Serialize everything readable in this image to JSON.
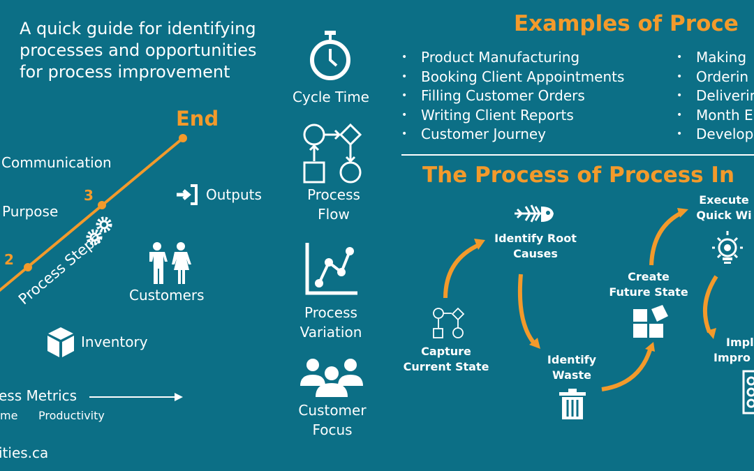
{
  "intro": {
    "line1": "A quick guide for identifying",
    "line2": "processes and opportunities",
    "line3": "for process improvement"
  },
  "process_line": {
    "end_label": "End",
    "step2": "2",
    "step3": "3",
    "steps_label": "Process Steps"
  },
  "elements": {
    "communication": "Communication",
    "purpose": "Purpose",
    "outputs": "Outputs",
    "customers": "Customers",
    "inventory": "Inventory"
  },
  "metrics": {
    "title": "ess Metrics",
    "item1": "me",
    "item2": "Productivity"
  },
  "website": "ities.ca",
  "middle": [
    {
      "icon": "stopwatch-icon",
      "line1": "Cycle Time",
      "line2": ""
    },
    {
      "icon": "process-flow-icon",
      "line1": "Process",
      "line2": "Flow"
    },
    {
      "icon": "line-chart-icon",
      "line1": "Process",
      "line2": "Variation"
    },
    {
      "icon": "people-group-icon",
      "line1": "Customer",
      "line2": "Focus"
    }
  ],
  "examples": {
    "title": "Examples of Proce",
    "col1": [
      "Product Manufacturing",
      "Booking Client Appointments",
      "Filling Customer Orders",
      "Writing Client Reports",
      "Customer Journey"
    ],
    "col2": [
      "Making",
      "Orderin",
      "Deliverin",
      "Month E",
      "Develop"
    ]
  },
  "improvement": {
    "title": "The Process of Process In",
    "steps": [
      {
        "line1": "Capture",
        "line2": "Current State"
      },
      {
        "line1": "Identify Root",
        "line2": "Causes"
      },
      {
        "line1": "Identify",
        "line2": "Waste"
      },
      {
        "line1": "Create",
        "line2": "Future State"
      },
      {
        "line1": "Execute",
        "line2": "Quick Wi"
      },
      {
        "line1": "Impl",
        "line2": "Impro"
      }
    ]
  },
  "colors": {
    "background": "#0c6f86",
    "accent": "#f39a2b",
    "text": "#ffffff"
  }
}
